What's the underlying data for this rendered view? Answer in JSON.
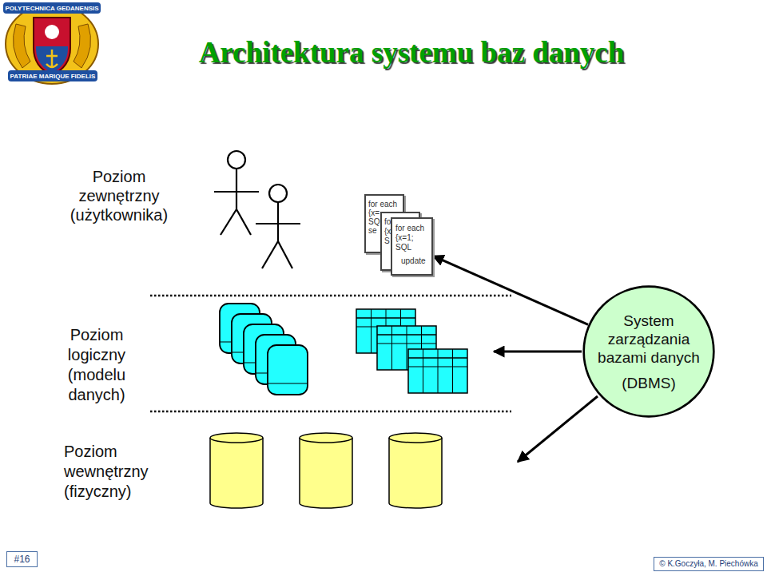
{
  "diagram": {
    "title": "Architektura systemu baz danych",
    "nodes": [
      {
        "text": [
          "for each",
          "{x=",
          "SQ",
          "se"
        ]
      },
      {
        "text": [
          "fo",
          "{x",
          "S"
        ]
      },
      {
        "text": [
          "for each",
          "{x=1;",
          "SQL",
          "update"
        ]
      },
      {
        "text": [
          "System zarządzania bazami danych",
          "(DBMS)"
        ]
      },
      {
        "text": [
          "#16"
        ]
      },
      {
        "text": [
          "© K.Goczyła, M. Piechówka"
        ]
      }
    ],
    "edges": [
      {
        "from": 3,
        "to": 2,
        "arrow": "to"
      }
    ],
    "labels": [
      "POLYTECHNICA GEDANENSIS",
      "PATRIAE MARIQUE FIDELIS",
      "Poziom zewnętrzny (użytkownika)",
      "Poziom logiczny (modelu danych)",
      "Poziom wewnętrzny (fizyczny)"
    ]
  }
}
